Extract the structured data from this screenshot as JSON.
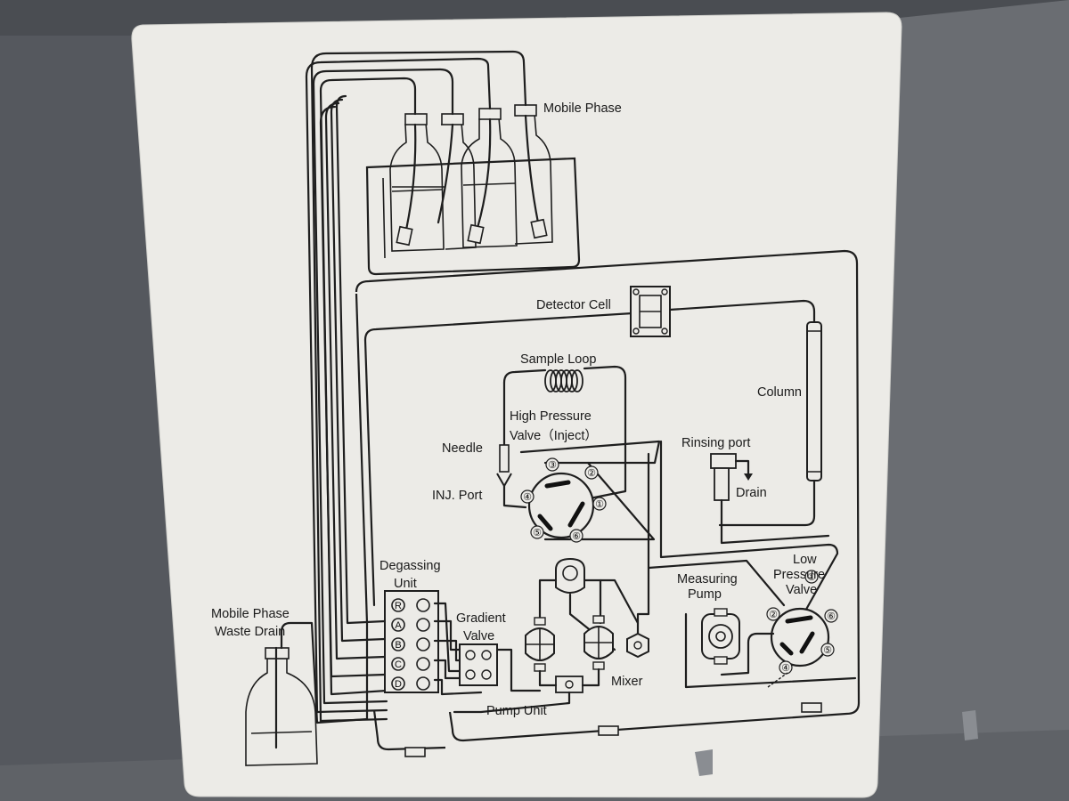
{
  "labels": {
    "mobile_phase": "Mobile Phase",
    "detector_cell": "Detector Cell",
    "sample_loop": "Sample Loop",
    "column": "Column",
    "high_pressure_valve_line1": "High  Pressure",
    "high_pressure_valve_line2": "Valve（Inject）",
    "needle": "Needle",
    "inj_port": "INJ. Port",
    "rinsing_port": "Rinsing port",
    "drain": "Drain",
    "degassing_unit_line1": "Degassing",
    "degassing_unit_line2": "Unit",
    "gradient_valve_line1": "Gradient",
    "gradient_valve_line2": "Valve",
    "measuring_pump_line1": "Measuring",
    "measuring_pump_line2": "Pump",
    "low_pressure_valve_line1": "Low",
    "low_pressure_valve_line2": "Pressure",
    "low_pressure_valve_line3": "Valve",
    "mobile_phase_waste_drain_line1": "Mobile Phase",
    "mobile_phase_waste_drain_line2": "Waste Drain",
    "pump_unit": "Pump Unit",
    "mixer": "Mixer"
  },
  "degassing_channels": [
    "R",
    "A",
    "B",
    "C",
    "D"
  ],
  "high_pressure_valve_ports": [
    "①",
    "②",
    "③",
    "④",
    "⑤",
    "⑥"
  ],
  "low_pressure_valve_ports": [
    "②",
    "④",
    "⑤",
    "⑥"
  ],
  "colors": {
    "background": "#55585e",
    "panel": "#ecebe7",
    "ink": "#1e1e1e"
  }
}
